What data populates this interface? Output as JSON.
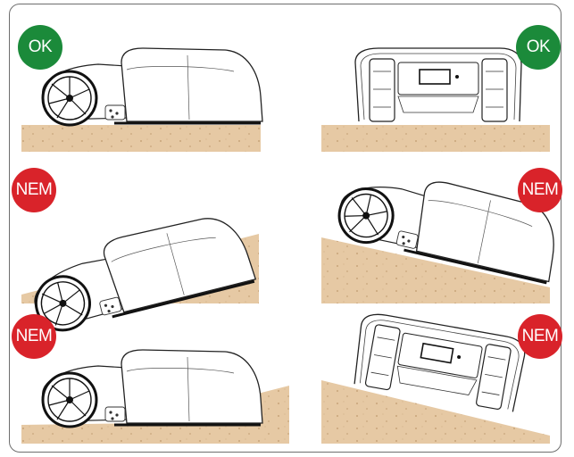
{
  "badges": {
    "ok_label": "OK",
    "nem_label": "NEM",
    "ok_color": "#1b8a3a",
    "nem_color": "#d9232a"
  },
  "ground_color": "#e6c9a4",
  "ground_dot_color": "#c8a47a",
  "panels": [
    {
      "view": "side",
      "slope": "flat",
      "status": "OK"
    },
    {
      "view": "front",
      "slope": "flat",
      "status": "OK"
    },
    {
      "view": "side",
      "slope": "uphill",
      "status": "NEM"
    },
    {
      "view": "side",
      "slope": "downhill",
      "status": "NEM"
    },
    {
      "view": "side",
      "slope": "ramp-rear",
      "status": "NEM"
    },
    {
      "view": "front",
      "slope": "sideways",
      "status": "NEM"
    }
  ]
}
